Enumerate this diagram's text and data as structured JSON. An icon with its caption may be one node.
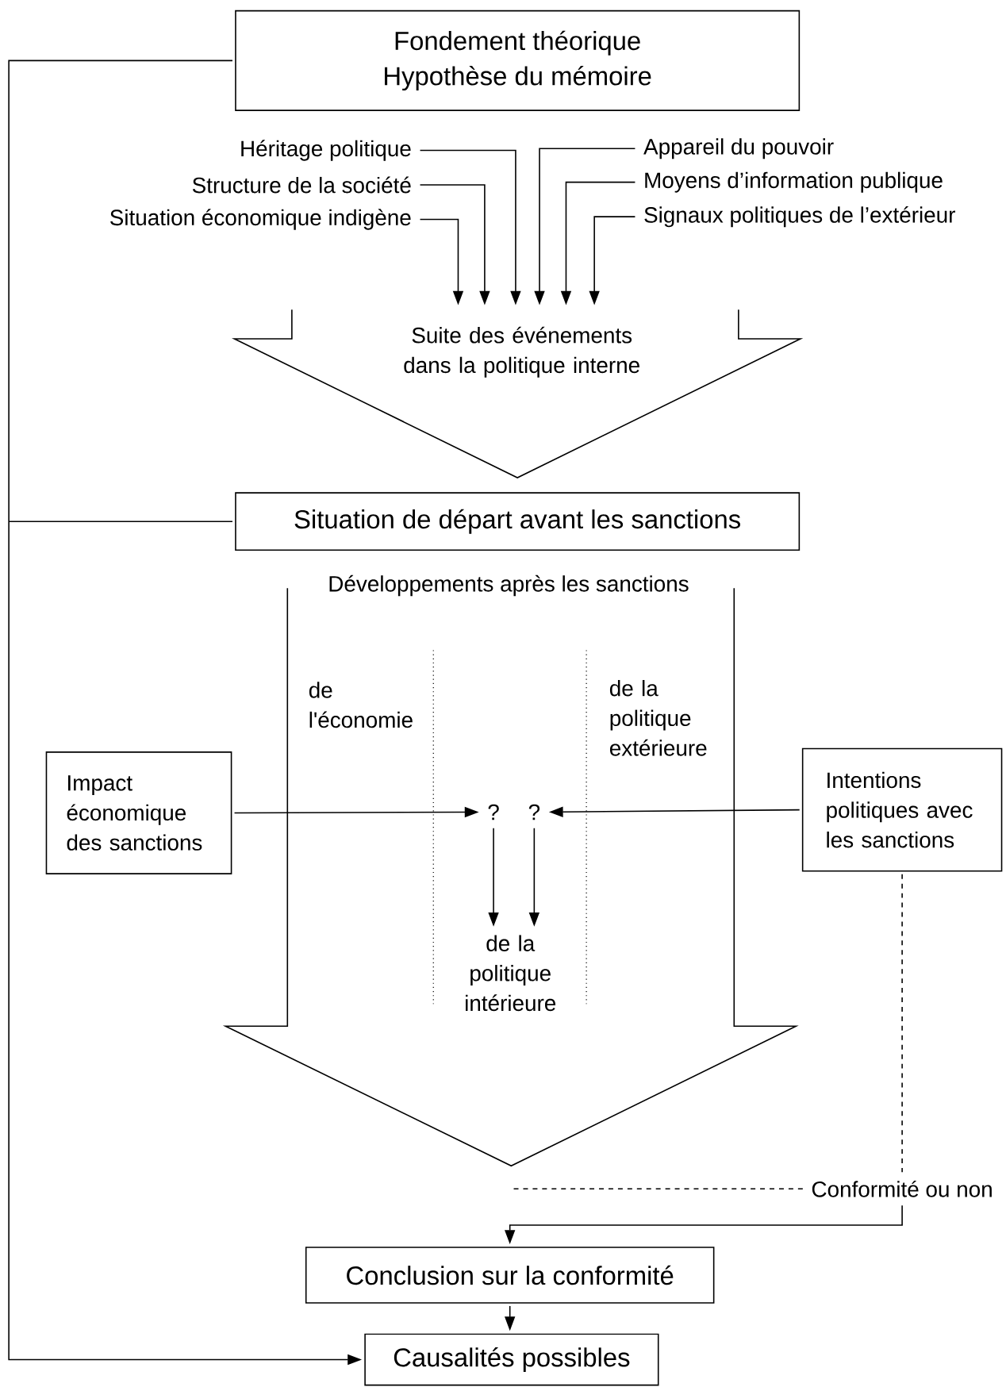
{
  "diagram": {
    "nodes": [
      {
        "text": [
          "Fondement théorique",
          "Hypothèse du mémoire"
        ]
      },
      {
        "text": [
          "Héritage politique"
        ]
      },
      {
        "text": [
          "Structure de la société"
        ]
      },
      {
        "text": [
          "Situation économique indigène"
        ]
      },
      {
        "text": [
          "Appareil du pouvoir"
        ]
      },
      {
        "text": [
          "Moyens d’information publique"
        ]
      },
      {
        "text": [
          "Signaux politiques de l’extérieur"
        ]
      },
      {
        "text": [
          "Suite des événements dans la politique interne"
        ]
      },
      {
        "text": [
          "Situation de départ avant les sanctions"
        ]
      },
      {
        "text": [
          "Développements après les sanctions"
        ]
      },
      {
        "text": [
          "Impact économique des sanctions"
        ]
      },
      {
        "text": [
          "Intentions politiques avec les sanctions"
        ]
      },
      {
        "text": [
          "?"
        ],
        "in": 9
      },
      {
        "text": [
          "?"
        ],
        "in": 9
      },
      {
        "text": [
          "de la politique intérieure"
        ],
        "in": 9
      },
      {
        "text": [
          "Conformité ou non"
        ]
      },
      {
        "text": [
          "Conclusion sur la conformité"
        ]
      },
      {
        "text": [
          "Causalités possibles"
        ]
      }
    ],
    "edges": [
      {
        "from": 0,
        "to": 17,
        "arrow": "to"
      },
      {
        "from": 8,
        "to": 17,
        "arrow": "to"
      },
      {
        "from": 1,
        "to": 7,
        "arrow": "to"
      },
      {
        "from": 2,
        "to": 7,
        "arrow": "to"
      },
      {
        "from": 3,
        "to": 7,
        "arrow": "to"
      },
      {
        "from": 4,
        "to": 7,
        "arrow": "to"
      },
      {
        "from": 5,
        "to": 7,
        "arrow": "to"
      },
      {
        "from": 6,
        "to": 7,
        "arrow": "to"
      },
      {
        "from": 10,
        "to": 12,
        "arrow": "to"
      },
      {
        "from": 11,
        "to": 13,
        "arrow": "to"
      },
      {
        "from": 12,
        "to": 14,
        "arrow": "to"
      },
      {
        "from": 13,
        "to": 14,
        "arrow": "to"
      },
      {
        "from": 11,
        "to": 15,
        "arrow": "none",
        "style": "dashed"
      },
      {
        "from": 15,
        "to": 9,
        "arrow": "none",
        "style": "dashed"
      },
      {
        "from": 15,
        "to": 16,
        "arrow": "to"
      },
      {
        "from": 16,
        "to": 17,
        "arrow": "to"
      }
    ],
    "labels": [
      "de l'économie",
      "de la politique extérieure"
    ]
  }
}
